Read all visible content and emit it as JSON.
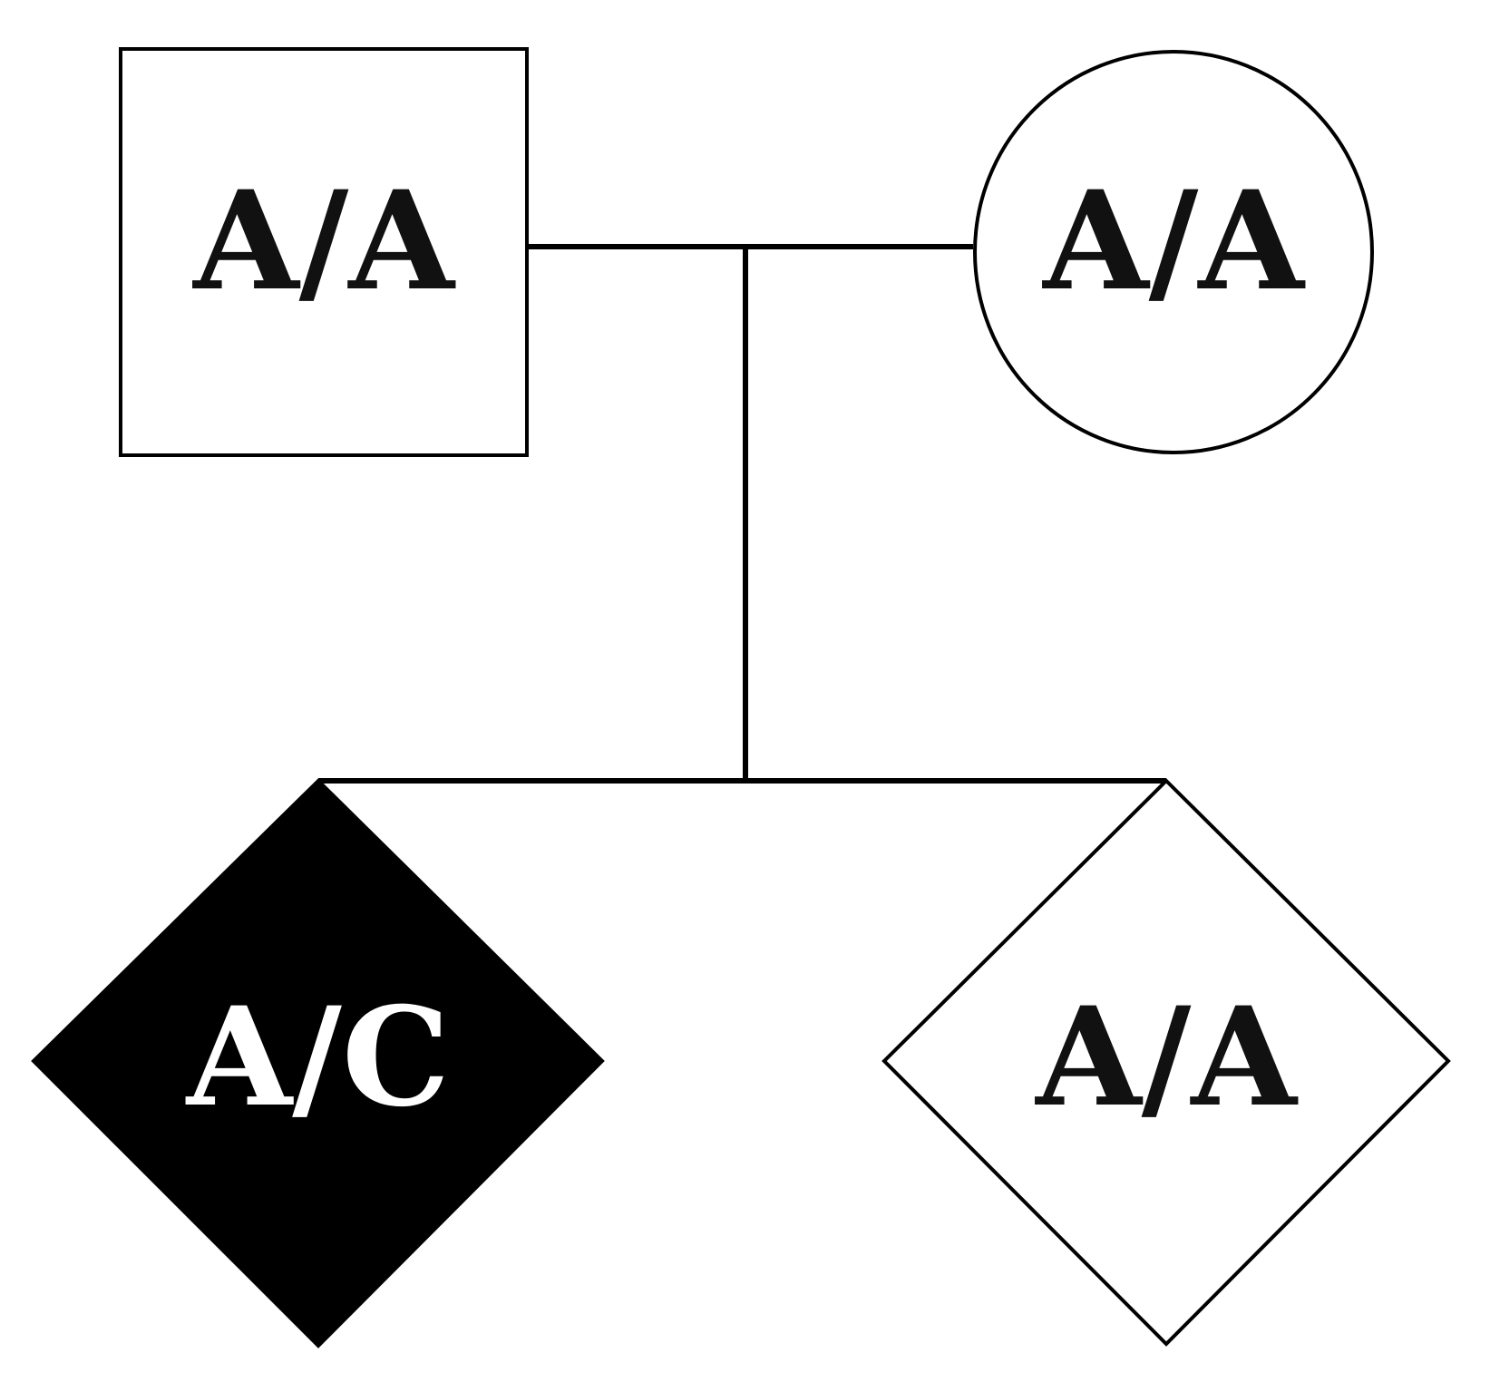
{
  "pedigree": {
    "father": {
      "symbol": "square",
      "affected": false,
      "genotype": "A/A"
    },
    "mother": {
      "symbol": "circle",
      "affected": false,
      "genotype": "A/A"
    },
    "children": [
      {
        "symbol": "diamond",
        "affected": true,
        "genotype": "A/C"
      },
      {
        "symbol": "diamond",
        "affected": false,
        "genotype": "A/A"
      }
    ]
  },
  "colors": {
    "stroke": "#000000",
    "affected_fill": "#000000",
    "unaffected_fill": "#ffffff",
    "text_on_affected": "#ffffff",
    "text_on_unaffected": "#111111"
  }
}
